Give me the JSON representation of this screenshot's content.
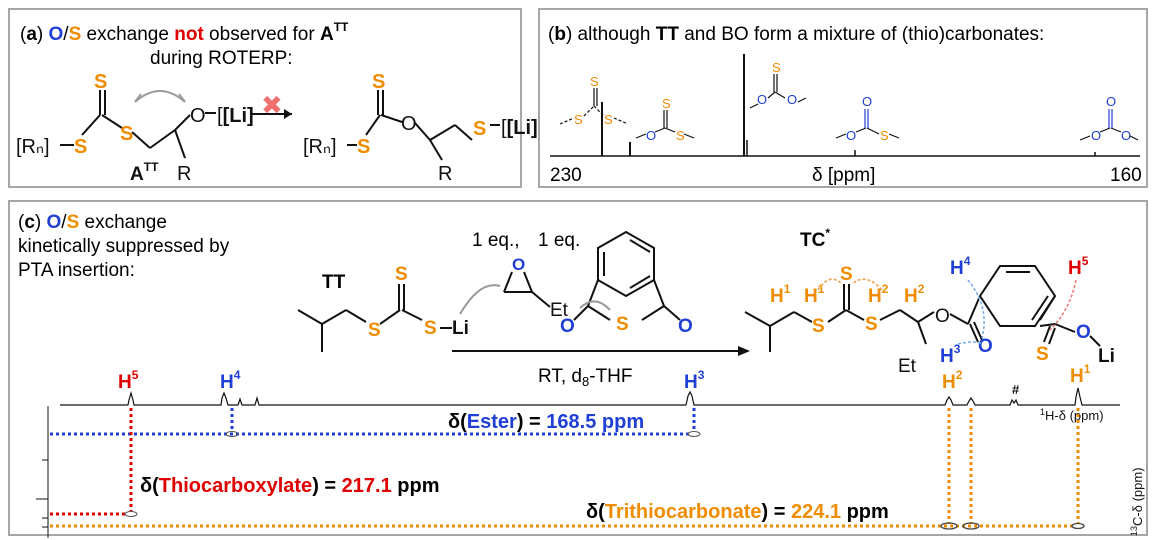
{
  "colors": {
    "orange": "#f08c00",
    "blue": "#1f3fd6",
    "red": "#e00000",
    "border": "#a6a6a6"
  },
  "panel_a": {
    "letter": "a",
    "atom_o": "O",
    "slash": "/",
    "atom_s": "S",
    "text1": " exchange ",
    "word_not": "not",
    "text2": " observed for ",
    "atom_label": "A",
    "atom_sup": "TT",
    "line2": "during ROTERP:",
    "rn": "[Rₙ]",
    "li": "[Li]",
    "r": "R",
    "cross": "✖"
  },
  "panel_b": {
    "letter": "b",
    "text1": ") although ",
    "tt": "TT",
    "text2": " and BO form a mixture of (thio)carbonates:",
    "x_left": "230",
    "x_right": "160",
    "x_label": "δ [ppm]"
  },
  "panel_c": {
    "letter": "c",
    "line1_rest": " exchange",
    "line2": "kinetically suppressed by",
    "line3": "PTA insertion:",
    "tt": "TT",
    "tc": "TC",
    "tc_sup": "*",
    "eq1": "1 eq.,",
    "eq2": "1 eq.",
    "et": "Et",
    "li": "Li",
    "conditions": "RT, d",
    "conditions_sub": "8",
    "conditions_end": "-THF",
    "h": "H",
    "h1": "1",
    "h2": "2",
    "h3": "3",
    "h4": "4",
    "h5": "5",
    "hash": "#",
    "h_axis": "H-δ (ppm)",
    "h_axis_sup": "1",
    "c_axis": "C-δ (ppm)",
    "c_axis_sup": "13",
    "ester_delta": "δ(",
    "ester_word": "Ester",
    "ester_close": ") = ",
    "ester_value": "168.5",
    "ester_unit": " ppm",
    "thio_word": "Thiocarboxylate",
    "thio_value": "217.1",
    "tri_word": "Trithiocarbonate",
    "tri_value": "224.1"
  }
}
